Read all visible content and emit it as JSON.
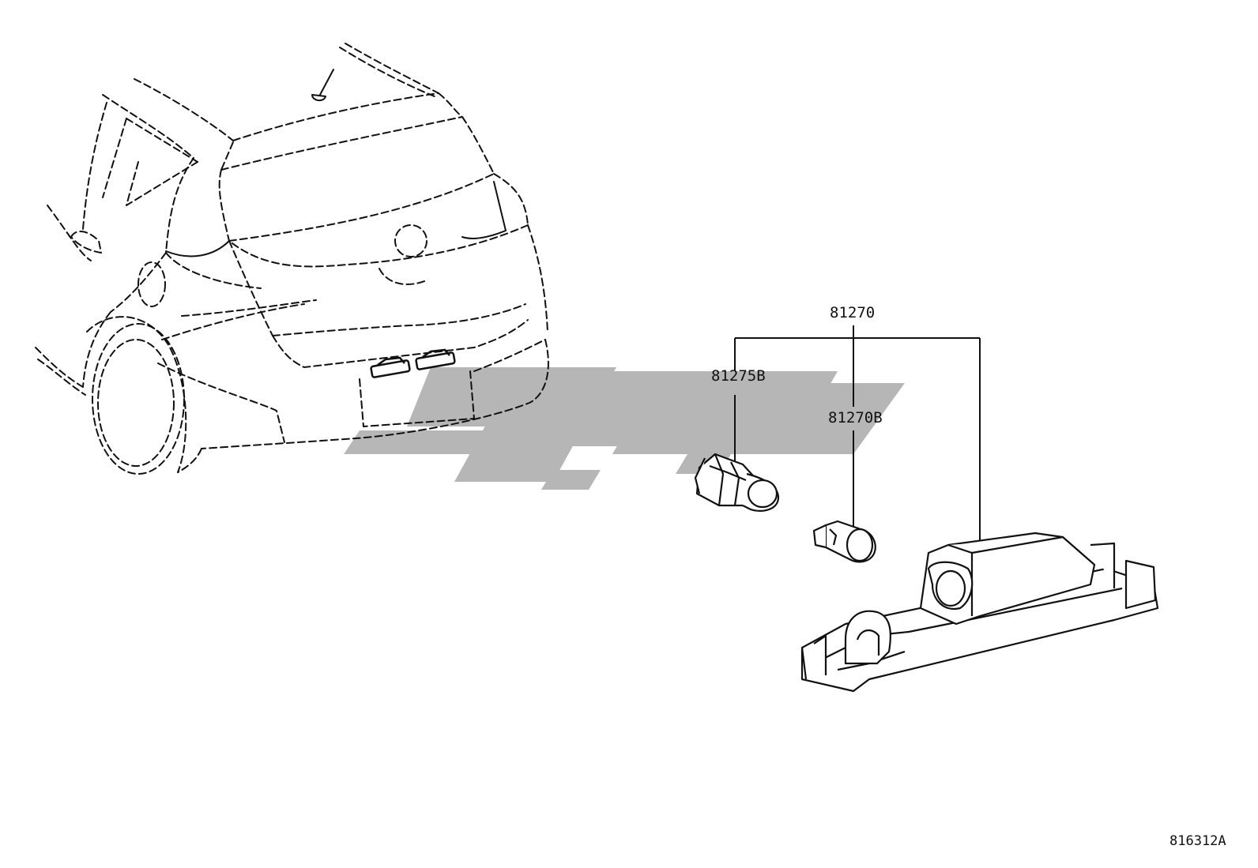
{
  "diagram": {
    "figure_code": "816312A",
    "callouts": [
      {
        "id": "assembly",
        "part_number": "81270"
      },
      {
        "id": "socket",
        "part_number": "81275B"
      },
      {
        "id": "bulb",
        "part_number": "81270B"
      }
    ],
    "components": [
      {
        "name": "hatchback-rear-view",
        "style": "dashed-outline"
      },
      {
        "name": "bulb-socket",
        "callout": "81275B"
      },
      {
        "name": "wedge-bulb",
        "callout": "81270B"
      },
      {
        "name": "license-plate-lamp-assembly",
        "callout": "81270"
      }
    ],
    "watermark": {
      "color": "#b3b3b3"
    },
    "colors": {
      "line": "#111111",
      "background": "#ffffff"
    }
  }
}
